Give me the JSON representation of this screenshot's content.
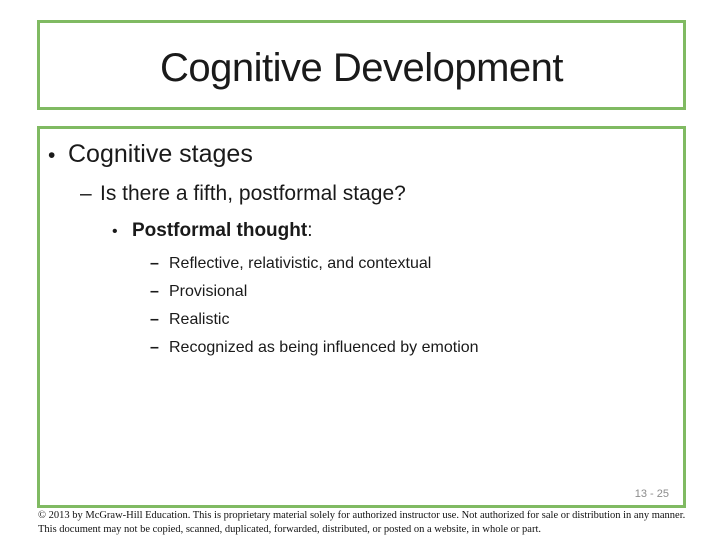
{
  "slide": {
    "title": "Cognitive Development",
    "bullets": {
      "level1": "Cognitive stages",
      "level2": "Is there a fifth, postformal stage?",
      "level3_bold": "Postformal thought",
      "level3_suffix": ":",
      "sub_items": [
        "Reflective, relativistic, and contextual",
        "Provisional",
        "Realistic",
        "Recognized as being influenced by emotion"
      ]
    },
    "page_number": "13 - 25",
    "footer": "© 2013 by McGraw-Hill Education.  This is proprietary material solely for authorized instructor use. Not authorized for sale or distribution in any manner.  This document may not be copied, scanned, duplicated, forwarded, distributed, or posted on a website, in whole or part."
  },
  "markers": {
    "bullet": "•",
    "dash": "–"
  },
  "colors": {
    "border_green": "#80ba62",
    "text_ink": "#1a1a1a",
    "page_number_gray": "#8c8c8c"
  }
}
